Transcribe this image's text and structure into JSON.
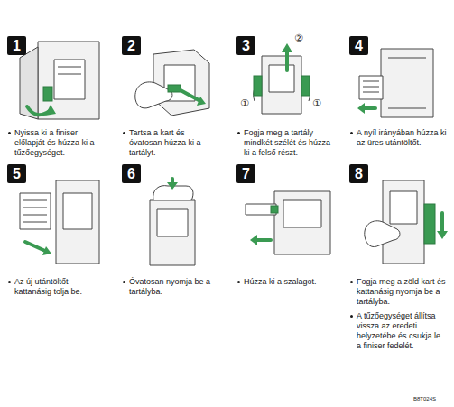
{
  "diagram": {
    "nodes": [
      {
        "text": [
          "1"
        ]
      },
      {
        "text": [
          "2"
        ]
      },
      {
        "text": [
          "3"
        ]
      },
      {
        "text": [
          "4"
        ]
      },
      {
        "text": [
          "5"
        ]
      },
      {
        "text": [
          "6"
        ]
      },
      {
        "text": [
          "7"
        ]
      },
      {
        "text": [
          "8"
        ]
      }
    ],
    "labels": [
      "Nyissa ki a finiser előlapját és húzza ki a tűzőegységet.",
      "Tartsa a kart és óvatosan húzza ki a tartályt.",
      "②",
      "①",
      "①",
      "Fogja meg a tartály mindkét szélét és húzza ki a felső részt.",
      "A nyíl irányában húzza ki az üres utántöltőt.",
      "Az új utántöltőt kattanásig tolja be.",
      "Óvatosan nyomja be a tartályba.",
      "Húzza ki a szalagot.",
      "Fogja meg a zöld kart és kattanásig nyomja be a tartályba.",
      "A tűzőegységet állítsa vissza az eredeti helyzetébe és csukja le a finiser fedelét.",
      "B8T024S"
    ]
  }
}
